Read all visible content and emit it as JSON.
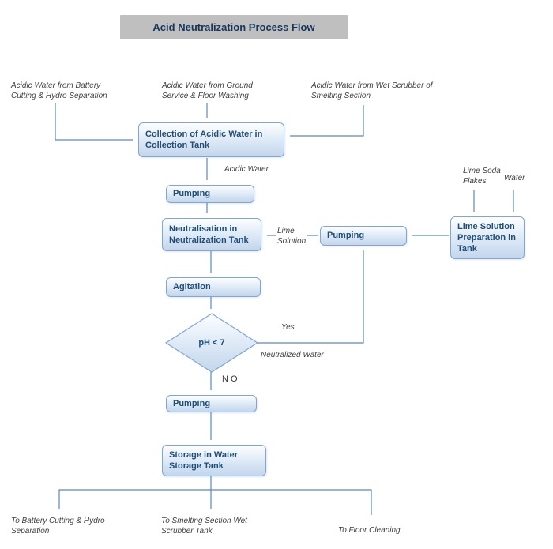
{
  "title": "Acid Neutralization Process Flow",
  "sources": {
    "battery": "Acidic Water from Battery\nCutting & Hydro Separation",
    "ground": "Acidic Water from Ground\nService & Floor Washing",
    "scrubber": "Acidic Water from Wet Scrubber of\nSmelting Section",
    "lime_soda": "Lime Soda\nFlakes",
    "water": "Water"
  },
  "nodes": {
    "collection": "Collection of Acidic Water in\nCollection Tank",
    "pumping_1": "Pumping",
    "neutralisation": "Neutralisation  in\nNeutralization Tank",
    "agitation": "Agitation",
    "decision": "pH < 7",
    "pumping_2": "Pumping",
    "storage": "Storage in Water\nStorage Tank",
    "lime_prep": "Lime Solution\nPreparation in\nTank",
    "pumping_3": "Pumping"
  },
  "flow_labels": {
    "acidic_water": "Acidic Water",
    "lime_solution": "Lime\nSolution",
    "yes": "Yes",
    "no": "N O",
    "neutralized_water": "Neutralized Water"
  },
  "outputs": {
    "battery": "To Battery Cutting & Hydro\nSeparation",
    "scrubber": "To Smelting Section Wet\nScrubber Tank",
    "floor": "To Floor Cleaning"
  },
  "colors": {
    "title_bg": "#bfbfbf",
    "title_text": "#17365d",
    "box_border": "#7ea6d8",
    "box_text": "#1f4e79",
    "arrow": "#5b87bd",
    "label_text": "#3f3f3f"
  }
}
